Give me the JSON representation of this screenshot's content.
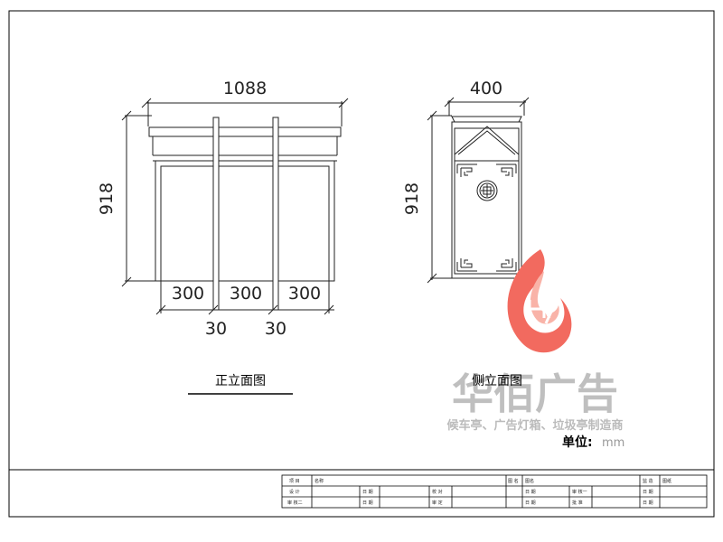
{
  "front_view": {
    "caption": "正立面图",
    "width_dim": "1088",
    "height_dim": "918",
    "bay_dims": [
      "300",
      "300",
      "300"
    ],
    "post_dims": [
      "30",
      "30"
    ]
  },
  "side_view": {
    "caption": "侧立面图",
    "width_dim": "400",
    "height_dim": "918"
  },
  "unit": {
    "label": "单位:",
    "value": "mm"
  },
  "watermark": {
    "brand": "华佰广告",
    "slogan": "候车亭、广告灯箱、垃圾亭制造商",
    "colors": {
      "flame": "#f26a5f",
      "flame_light": "#f9b3a8",
      "text": "#b4b4b4"
    }
  },
  "title_block": {
    "row1": [
      "项 目",
      "名称",
      "图 名",
      "图名",
      "监 造",
      "图纸"
    ],
    "row2": [
      "设 计",
      "日 期",
      "校 对",
      "日 期",
      "审 核一",
      "日 期"
    ],
    "row3": [
      "审 核二",
      "日 期",
      "审 定",
      "日 期",
      "批 准",
      "日 期"
    ]
  }
}
